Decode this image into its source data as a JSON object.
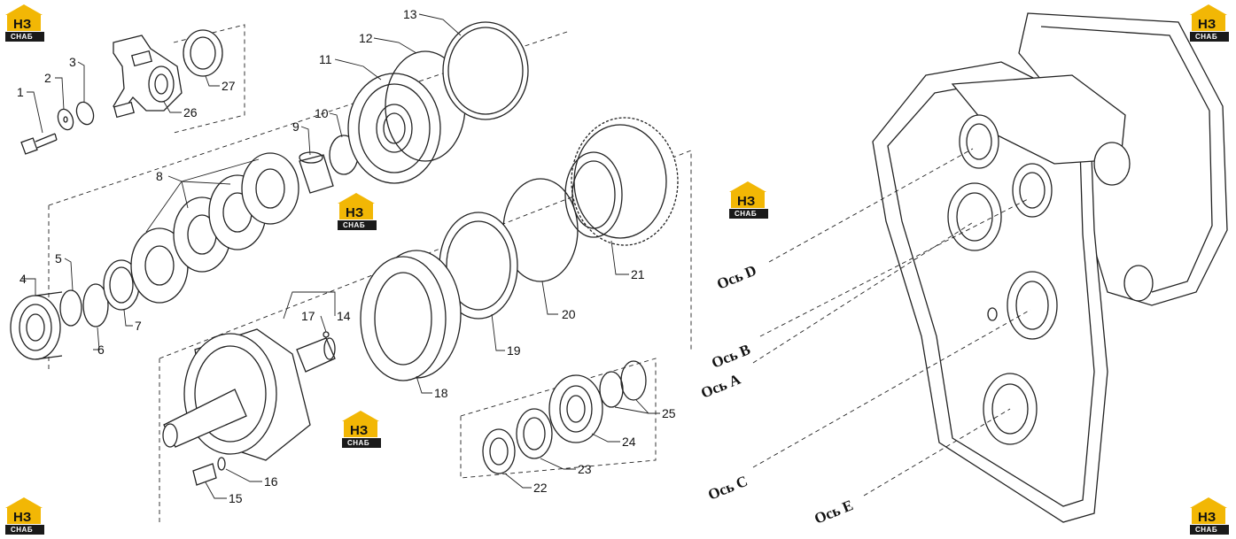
{
  "watermark": {
    "brand": "НЗ",
    "sub": "СНАБ",
    "colors": {
      "accent": "#f2b705",
      "dark": "#1a1a1a"
    }
  },
  "callouts": [
    "1",
    "2",
    "3",
    "4",
    "5",
    "6",
    "7",
    "8",
    "9",
    "10",
    "11",
    "12",
    "13",
    "14",
    "15",
    "16",
    "17",
    "18",
    "19",
    "20",
    "21",
    "22",
    "23",
    "24",
    "25",
    "26",
    "27"
  ],
  "axes": [
    "Ось D",
    "Ось B",
    "Ось A",
    "Ось C",
    "Ось E"
  ]
}
